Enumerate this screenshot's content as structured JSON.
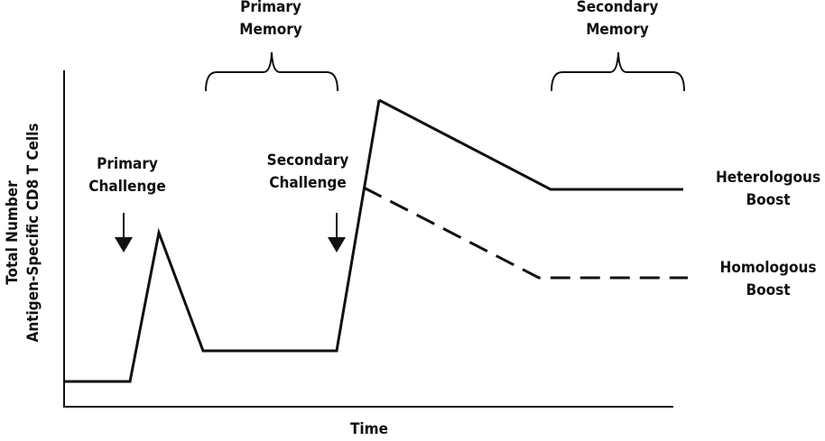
{
  "axes": {
    "x_label": "Time",
    "y_label_line1": "Total Number",
    "y_label_line2": "Antigen-Specific CD8 T Cells"
  },
  "phases": {
    "primary_memory": [
      "Primary",
      "Memory"
    ],
    "secondary_memory": [
      "Secondary",
      "Memory"
    ]
  },
  "events": {
    "primary_challenge": [
      "Primary",
      "Challenge"
    ],
    "secondary_challenge": [
      "Secondary",
      "Challenge"
    ]
  },
  "outcomes": {
    "heterologous": [
      "Heterologous",
      "Boost"
    ],
    "homologous": [
      "Homologous",
      "Boost"
    ]
  },
  "colors": {
    "line": "#111111",
    "background": "#ffffff"
  }
}
